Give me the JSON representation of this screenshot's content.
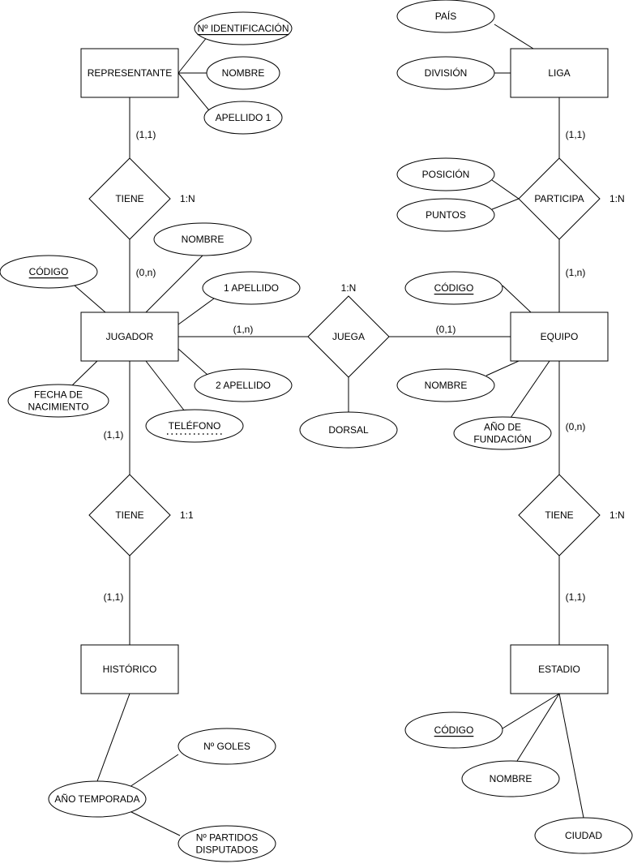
{
  "entities": [
    {
      "id": "representante",
      "label": "REPRESENTANTE"
    },
    {
      "id": "liga",
      "label": "LIGA"
    },
    {
      "id": "jugador",
      "label": "JUGADOR"
    },
    {
      "id": "equipo",
      "label": "EQUIPO"
    },
    {
      "id": "historico",
      "label": "HISTÓRICO"
    },
    {
      "id": "estadio",
      "label": "ESTADIO"
    }
  ],
  "relationships": [
    {
      "id": "tiene-rep-jug",
      "label": "TIENE",
      "cardinality": "1:N"
    },
    {
      "id": "participa",
      "label": "PARTICIPA",
      "cardinality": "1:N"
    },
    {
      "id": "juega",
      "label": "JUEGA",
      "cardinality": "1:N"
    },
    {
      "id": "tiene-jug-hist",
      "label": "TIENE",
      "cardinality": "1:1"
    },
    {
      "id": "tiene-equ-est",
      "label": "TIENE",
      "cardinality": "1:N"
    }
  ],
  "attributes": [
    {
      "id": "rep-id",
      "label": "Nº IDENTIFICACIÓN",
      "key": true
    },
    {
      "id": "rep-nombre",
      "label": "NOMBRE"
    },
    {
      "id": "rep-apellido",
      "label": "APELLIDO 1"
    },
    {
      "id": "liga-pais",
      "label": "PAÍS"
    },
    {
      "id": "liga-division",
      "label": "DIVISIÓN"
    },
    {
      "id": "part-posicion",
      "label": "POSICIÓN"
    },
    {
      "id": "part-puntos",
      "label": "PUNTOS"
    },
    {
      "id": "jug-codigo",
      "label": "CÓDIGO",
      "key": true
    },
    {
      "id": "jug-nombre",
      "label": "NOMBRE"
    },
    {
      "id": "jug-apellido1",
      "label": "1 APELLIDO"
    },
    {
      "id": "jug-apellido2",
      "label": "2 APELLIDO"
    },
    {
      "id": "jug-fecha",
      "label": "FECHA DE|NACIMIENTO"
    },
    {
      "id": "jug-telefono",
      "label": "TELÉFONO",
      "multivalued": true
    },
    {
      "id": "juega-dorsal",
      "label": "DORSAL"
    },
    {
      "id": "equ-codigo",
      "label": "CÓDIGO",
      "key": true
    },
    {
      "id": "equ-nombre",
      "label": "NOMBRE"
    },
    {
      "id": "equ-fundacion",
      "label": "AÑO DE|FUNDACIÓN"
    },
    {
      "id": "hist-temporada",
      "label": "AÑO TEMPORADA"
    },
    {
      "id": "hist-goles",
      "label": "Nº GOLES"
    },
    {
      "id": "hist-partidos",
      "label": "Nº PARTIDOS|DISPUTADOS"
    },
    {
      "id": "est-codigo",
      "label": "CÓDIGO",
      "key": true
    },
    {
      "id": "est-nombre",
      "label": "NOMBRE"
    },
    {
      "id": "est-ciudad",
      "label": "CIUDAD"
    }
  ],
  "participation_labels": [
    {
      "id": "rep-side",
      "label": "(1,1)"
    },
    {
      "id": "jug-side-top",
      "label": "(0,n)"
    },
    {
      "id": "liga-side",
      "label": "(1,1)"
    },
    {
      "id": "equ-side-top",
      "label": "(1,n)"
    },
    {
      "id": "jug-juega",
      "label": "(1,n)"
    },
    {
      "id": "equ-juega",
      "label": "(0,1)"
    },
    {
      "id": "jug-side-bottom",
      "label": "(1,1)"
    },
    {
      "id": "hist-side",
      "label": "(1,1)"
    },
    {
      "id": "equ-side-bottom",
      "label": "(0,n)"
    },
    {
      "id": "est-side",
      "label": "(1,1)"
    }
  ]
}
